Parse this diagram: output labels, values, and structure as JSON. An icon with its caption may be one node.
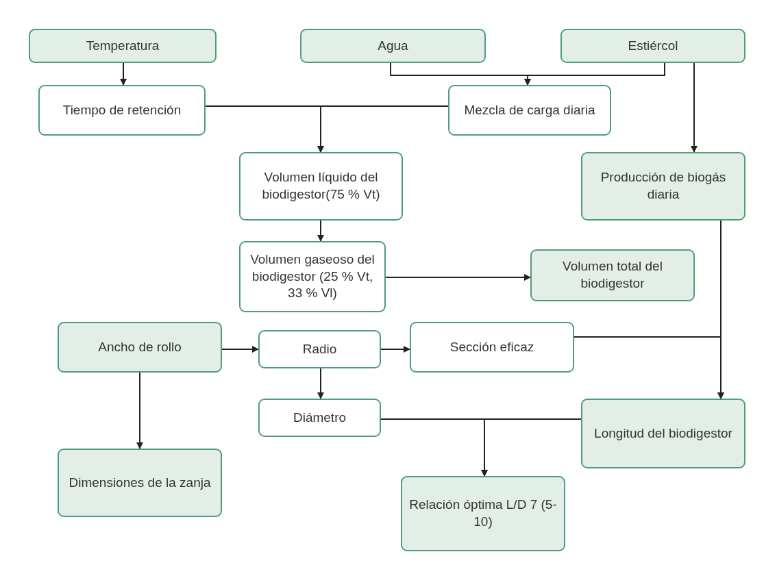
{
  "diagram": {
    "nodes": [
      {
        "text": [
          "Temperatura"
        ]
      },
      {
        "text": [
          "Agua"
        ]
      },
      {
        "text": [
          "Estiércol"
        ]
      },
      {
        "text": [
          "Tiempo de retención"
        ]
      },
      {
        "text": [
          "Mezcla de carga diaria"
        ]
      },
      {
        "text": [
          "Volumen líquido del biodigestor(75 % Vt)"
        ]
      },
      {
        "text": [
          "Producción de biogás diaria"
        ]
      },
      {
        "text": [
          "Volumen gaseoso del biodigestor (25 % Vt, 33 % Vl)"
        ]
      },
      {
        "text": [
          "Volumen total del biodigestor"
        ]
      },
      {
        "text": [
          "Ancho de rollo"
        ]
      },
      {
        "text": [
          "Radio"
        ]
      },
      {
        "text": [
          "Sección eficaz"
        ]
      },
      {
        "text": [
          "Diámetro"
        ]
      },
      {
        "text": [
          "Longitud del biodigestor"
        ]
      },
      {
        "text": [
          "Dimensiones de la zanja"
        ]
      },
      {
        "text": [
          "Relación óptima L/D 7 (5-10)"
        ]
      }
    ],
    "edges": [
      {
        "from": 0,
        "to": 3,
        "arrow": "to"
      },
      {
        "from": 1,
        "to": 4,
        "arrow": "to"
      },
      {
        "from": 2,
        "to": 4,
        "arrow": "to"
      },
      {
        "from": 3,
        "to": 5,
        "arrow": "to"
      },
      {
        "from": 4,
        "to": 5,
        "arrow": "to"
      },
      {
        "from": 2,
        "to": 6,
        "arrow": "to"
      },
      {
        "from": 5,
        "to": 7,
        "arrow": "to"
      },
      {
        "from": 7,
        "to": 8,
        "arrow": "to"
      },
      {
        "from": 6,
        "to": 13,
        "arrow": "to"
      },
      {
        "from": 11,
        "to": 13,
        "arrow": "to"
      },
      {
        "from": 9,
        "to": 10,
        "arrow": "to"
      },
      {
        "from": 10,
        "to": 11,
        "arrow": "to"
      },
      {
        "from": 10,
        "to": 12,
        "arrow": "to"
      },
      {
        "from": 9,
        "to": 14,
        "arrow": "to"
      },
      {
        "from": 12,
        "to": 15,
        "arrow": "to"
      },
      {
        "from": 13,
        "to": 15,
        "arrow": "to"
      }
    ]
  }
}
